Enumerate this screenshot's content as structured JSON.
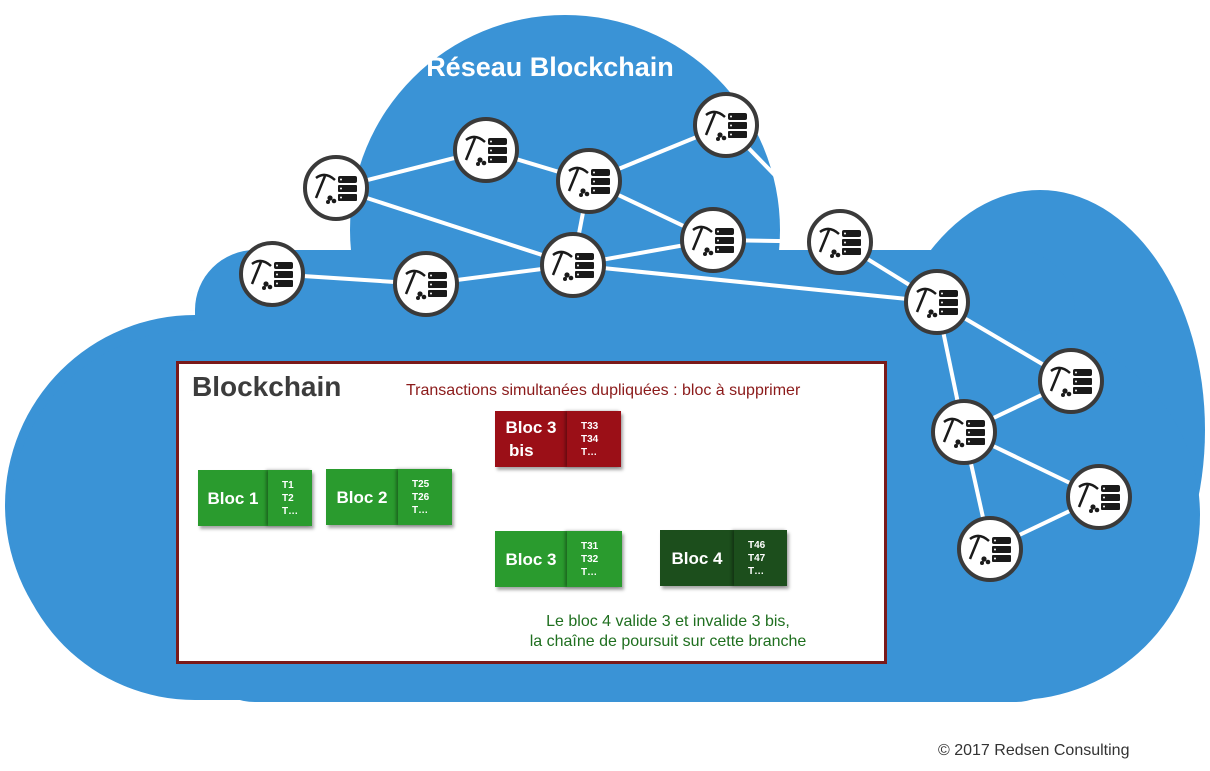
{
  "diagram": {
    "network_title": "Réseau Blockchain",
    "blockchain_title": "Blockchain",
    "duplicate_note": "Transactions simultanées dupliquées : bloc à supprimer",
    "validation_note_line1": "Le bloc 4 valide 3 et invalide 3 bis,",
    "validation_note_line2": "la chaîne de poursuit sur cette branche",
    "copyright": "© 2017 Redsen Consulting",
    "node_icons": [
      "pickaxe-icon",
      "server-icon"
    ],
    "colors": {
      "cloud": "#3a93d6",
      "link": "#ffffff",
      "block_green": "#2a9b2e",
      "block_dark_green": "#1c4e1c",
      "block_red": "#9b0f17",
      "panel_border": "#7a1a1a"
    },
    "blocks": {
      "b1": {
        "label": "Bloc 1",
        "tx": [
          "T1",
          "T2",
          "T…"
        ]
      },
      "b2": {
        "label": "Bloc 2",
        "tx": [
          "T25",
          "T26",
          "T…"
        ]
      },
      "b3bis_l1": "Bloc 3",
      "b3bis_l2": "bis",
      "b3bis_tx": [
        "T33",
        "T34",
        "T…"
      ],
      "b3": {
        "label": "Bloc 3",
        "tx": [
          "T31",
          "T32",
          "T…"
        ]
      },
      "b4": {
        "label": "Bloc 4",
        "tx": [
          "T46",
          "T47",
          "T…"
        ]
      }
    }
  }
}
